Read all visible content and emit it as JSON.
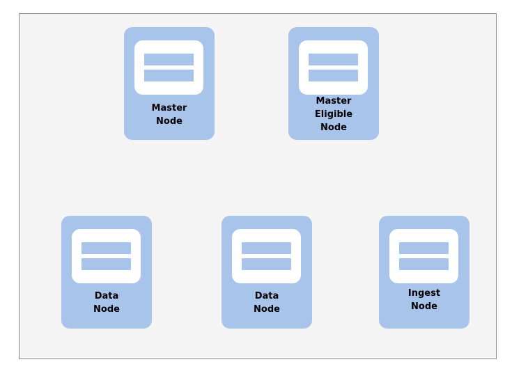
{
  "diagram": {
    "nodes": [
      {
        "id": "master",
        "label": "Master\nNode"
      },
      {
        "id": "master-eligible",
        "label": "Master\nEligible\nNode"
      },
      {
        "id": "data-1",
        "label": "Data\nNode"
      },
      {
        "id": "data-2",
        "label": "Data\nNode"
      },
      {
        "id": "ingest",
        "label": "Ingest\nNode"
      }
    ]
  },
  "colors": {
    "node_fill": "#a9c4eb",
    "canvas_bg": "#f4f4f4",
    "canvas_border": "#8a8a8a",
    "icon_fill": "#ffffff"
  }
}
